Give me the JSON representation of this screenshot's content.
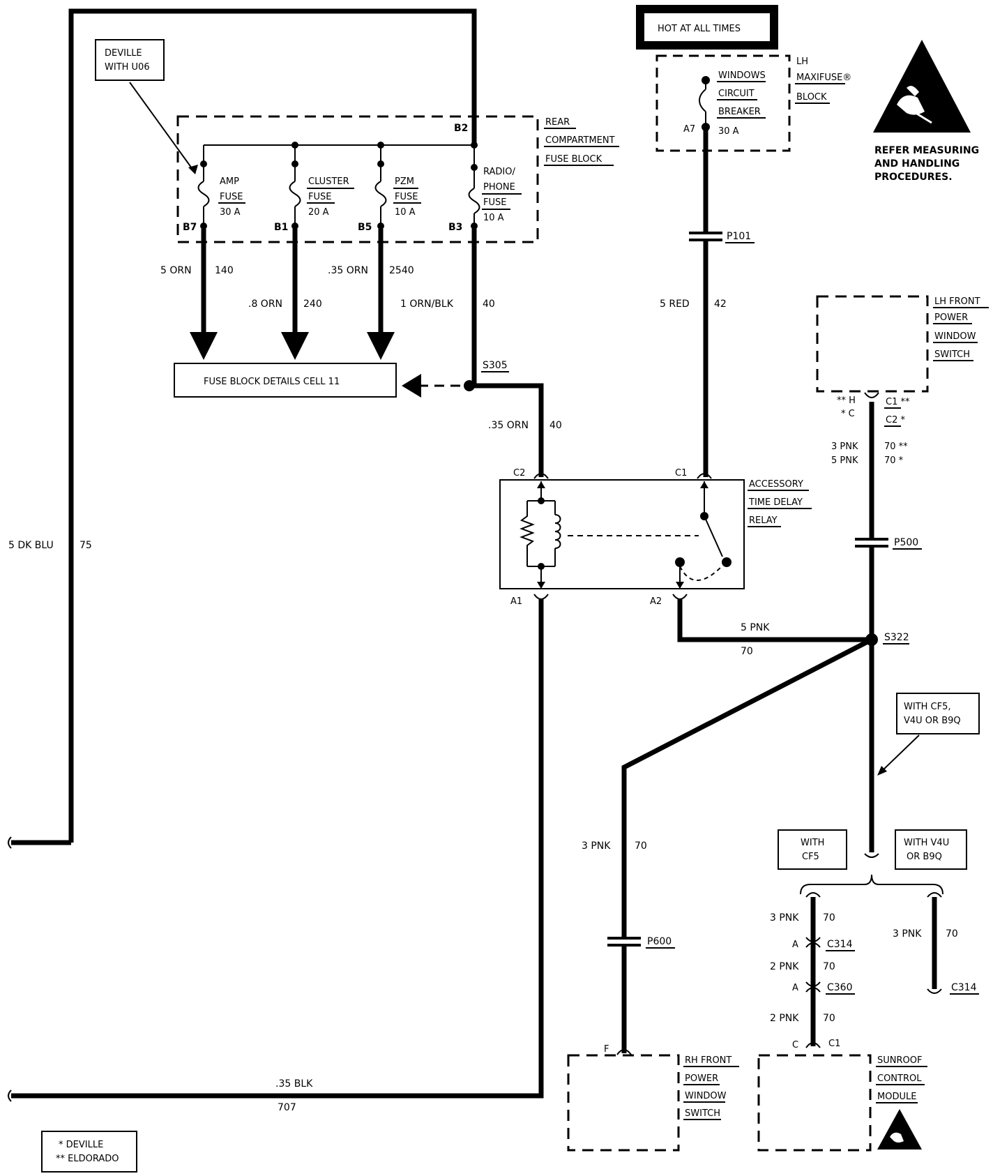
{
  "hot_label": "HOT AT ALL TIMES",
  "esd_note": [
    "REFER MEASURING",
    "AND HANDLING",
    "PROCEDURES."
  ],
  "legend": [
    "* DEVILLE",
    "** ELDORADO"
  ],
  "callouts": {
    "deville_u06": [
      "DEVILLE",
      "WITH U06"
    ],
    "cf5_v4u_b9q": [
      "WITH CF5,",
      "V4U OR B9Q"
    ],
    "with_cf5": [
      "WITH",
      "CF5"
    ],
    "with_v4u_b9q": [
      "WITH V4U",
      "OR B9Q"
    ]
  },
  "rear_fuse_block": {
    "label": [
      "REAR",
      "COMPARTMENT",
      "FUSE BLOCK"
    ],
    "feed_pin": "B2",
    "fuses": [
      {
        "name": [
          "AMP",
          "FUSE"
        ],
        "rating": "30 A",
        "pin": "B7"
      },
      {
        "name": [
          "CLUSTER",
          "FUSE"
        ],
        "rating": "20 A",
        "pin": "B1"
      },
      {
        "name": [
          "PZM",
          "FUSE"
        ],
        "rating": "10 A",
        "pin": "B5"
      },
      {
        "name": [
          "RADIO/",
          "PHONE",
          "FUSE"
        ],
        "rating": "10 A",
        "pin": "B3"
      }
    ]
  },
  "fuse_details_box": "FUSE BLOCK DETAILS CELL 11",
  "maxifuse": {
    "label": [
      "LH",
      "MAXIFUSE®",
      "BLOCK"
    ],
    "breaker": [
      "WINDOWS",
      "CIRCUIT",
      "BREAKER"
    ],
    "rating": "30 A",
    "pin": "A7"
  },
  "relay": {
    "label": [
      "ACCESSORY",
      "TIME DELAY",
      "RELAY"
    ],
    "pins": {
      "c2": "C2",
      "c1": "C1",
      "a1": "A1",
      "a2": "A2"
    }
  },
  "lh_switch": {
    "label": [
      "LH FRONT",
      "POWER",
      "WINDOW",
      "SWITCH"
    ],
    "pin_left": [
      "** H",
      "* C"
    ],
    "pin_right": [
      "C1 **",
      "C2 *"
    ]
  },
  "rh_switch": {
    "label": [
      "RH FRONT",
      "POWER",
      "WINDOW",
      "SWITCH"
    ],
    "pin": "F"
  },
  "sunroof": {
    "label": [
      "SUNROOF",
      "CONTROL",
      "MODULE"
    ],
    "pin": "C",
    "connector": "C1"
  },
  "splices": {
    "s305": "S305",
    "s322": "S322"
  },
  "inline_connectors": {
    "p101": "P101",
    "p500": "P500",
    "p600": "P600",
    "c314_a": "C314",
    "c360": "C360",
    "c314_b": "C314",
    "pin_a1": "A",
    "pin_a2": "A"
  },
  "wires": {
    "w140": {
      "gauge": "5 ORN",
      "circuit": "140"
    },
    "w240": {
      "gauge": ".8 ORN",
      "circuit": "240"
    },
    "w2540": {
      "gauge": ".35 ORN",
      "circuit": "2540"
    },
    "w40a": {
      "gauge": "1 ORN/BLK",
      "circuit": "40"
    },
    "w40b": {
      "gauge": ".35 ORN",
      "circuit": "40"
    },
    "w42": {
      "gauge": "5 RED",
      "circuit": "42"
    },
    "w75": {
      "gauge": "5 DK BLU",
      "circuit": "75"
    },
    "w707": {
      "gauge": ".35 BLK",
      "circuit": "707"
    },
    "w70_relay": {
      "gauge": "5 PNK",
      "circuit": "70"
    },
    "w70_lh": [
      {
        "gauge": "3 PNK",
        "circuit": "70 **"
      },
      {
        "gauge": "5 PNK",
        "circuit": "70 *"
      }
    ],
    "w70_rh": {
      "gauge": "3 PNK",
      "circuit": "70"
    },
    "w70_sr1": {
      "gauge": "3 PNK",
      "circuit": "70"
    },
    "w70_sr2": {
      "gauge": "2 PNK",
      "circuit": "70"
    },
    "w70_sr3": {
      "gauge": "2 PNK",
      "circuit": "70"
    },
    "w70_v4u": {
      "gauge": "3 PNK",
      "circuit": "70"
    }
  }
}
